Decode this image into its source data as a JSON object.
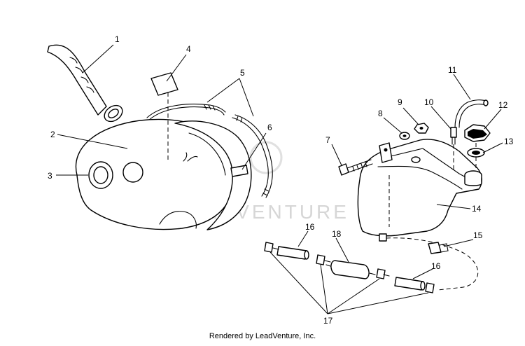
{
  "callouts": [
    {
      "id": "c1",
      "label": "1"
    },
    {
      "id": "c2",
      "label": "2"
    },
    {
      "id": "c3",
      "label": "3"
    },
    {
      "id": "c4",
      "label": "4"
    },
    {
      "id": "c5",
      "label": "5"
    },
    {
      "id": "c6",
      "label": "6"
    },
    {
      "id": "c7",
      "label": "7"
    },
    {
      "id": "c8",
      "label": "8"
    },
    {
      "id": "c9",
      "label": "9"
    },
    {
      "id": "c10",
      "label": "10"
    },
    {
      "id": "c11",
      "label": "11"
    },
    {
      "id": "c12",
      "label": "12"
    },
    {
      "id": "c13",
      "label": "13"
    },
    {
      "id": "c14",
      "label": "14"
    },
    {
      "id": "c15",
      "label": "15"
    },
    {
      "id": "c16a",
      "label": "16"
    },
    {
      "id": "c16b",
      "label": "16"
    },
    {
      "id": "c17",
      "label": "17"
    },
    {
      "id": "c18",
      "label": "18"
    }
  ],
  "watermark": "LEADVENTURE",
  "credit": "Rendered by LeadVenture, Inc.",
  "colors": {
    "line": "#000000",
    "background": "#ffffff",
    "watermark": "#d6d6d6"
  }
}
